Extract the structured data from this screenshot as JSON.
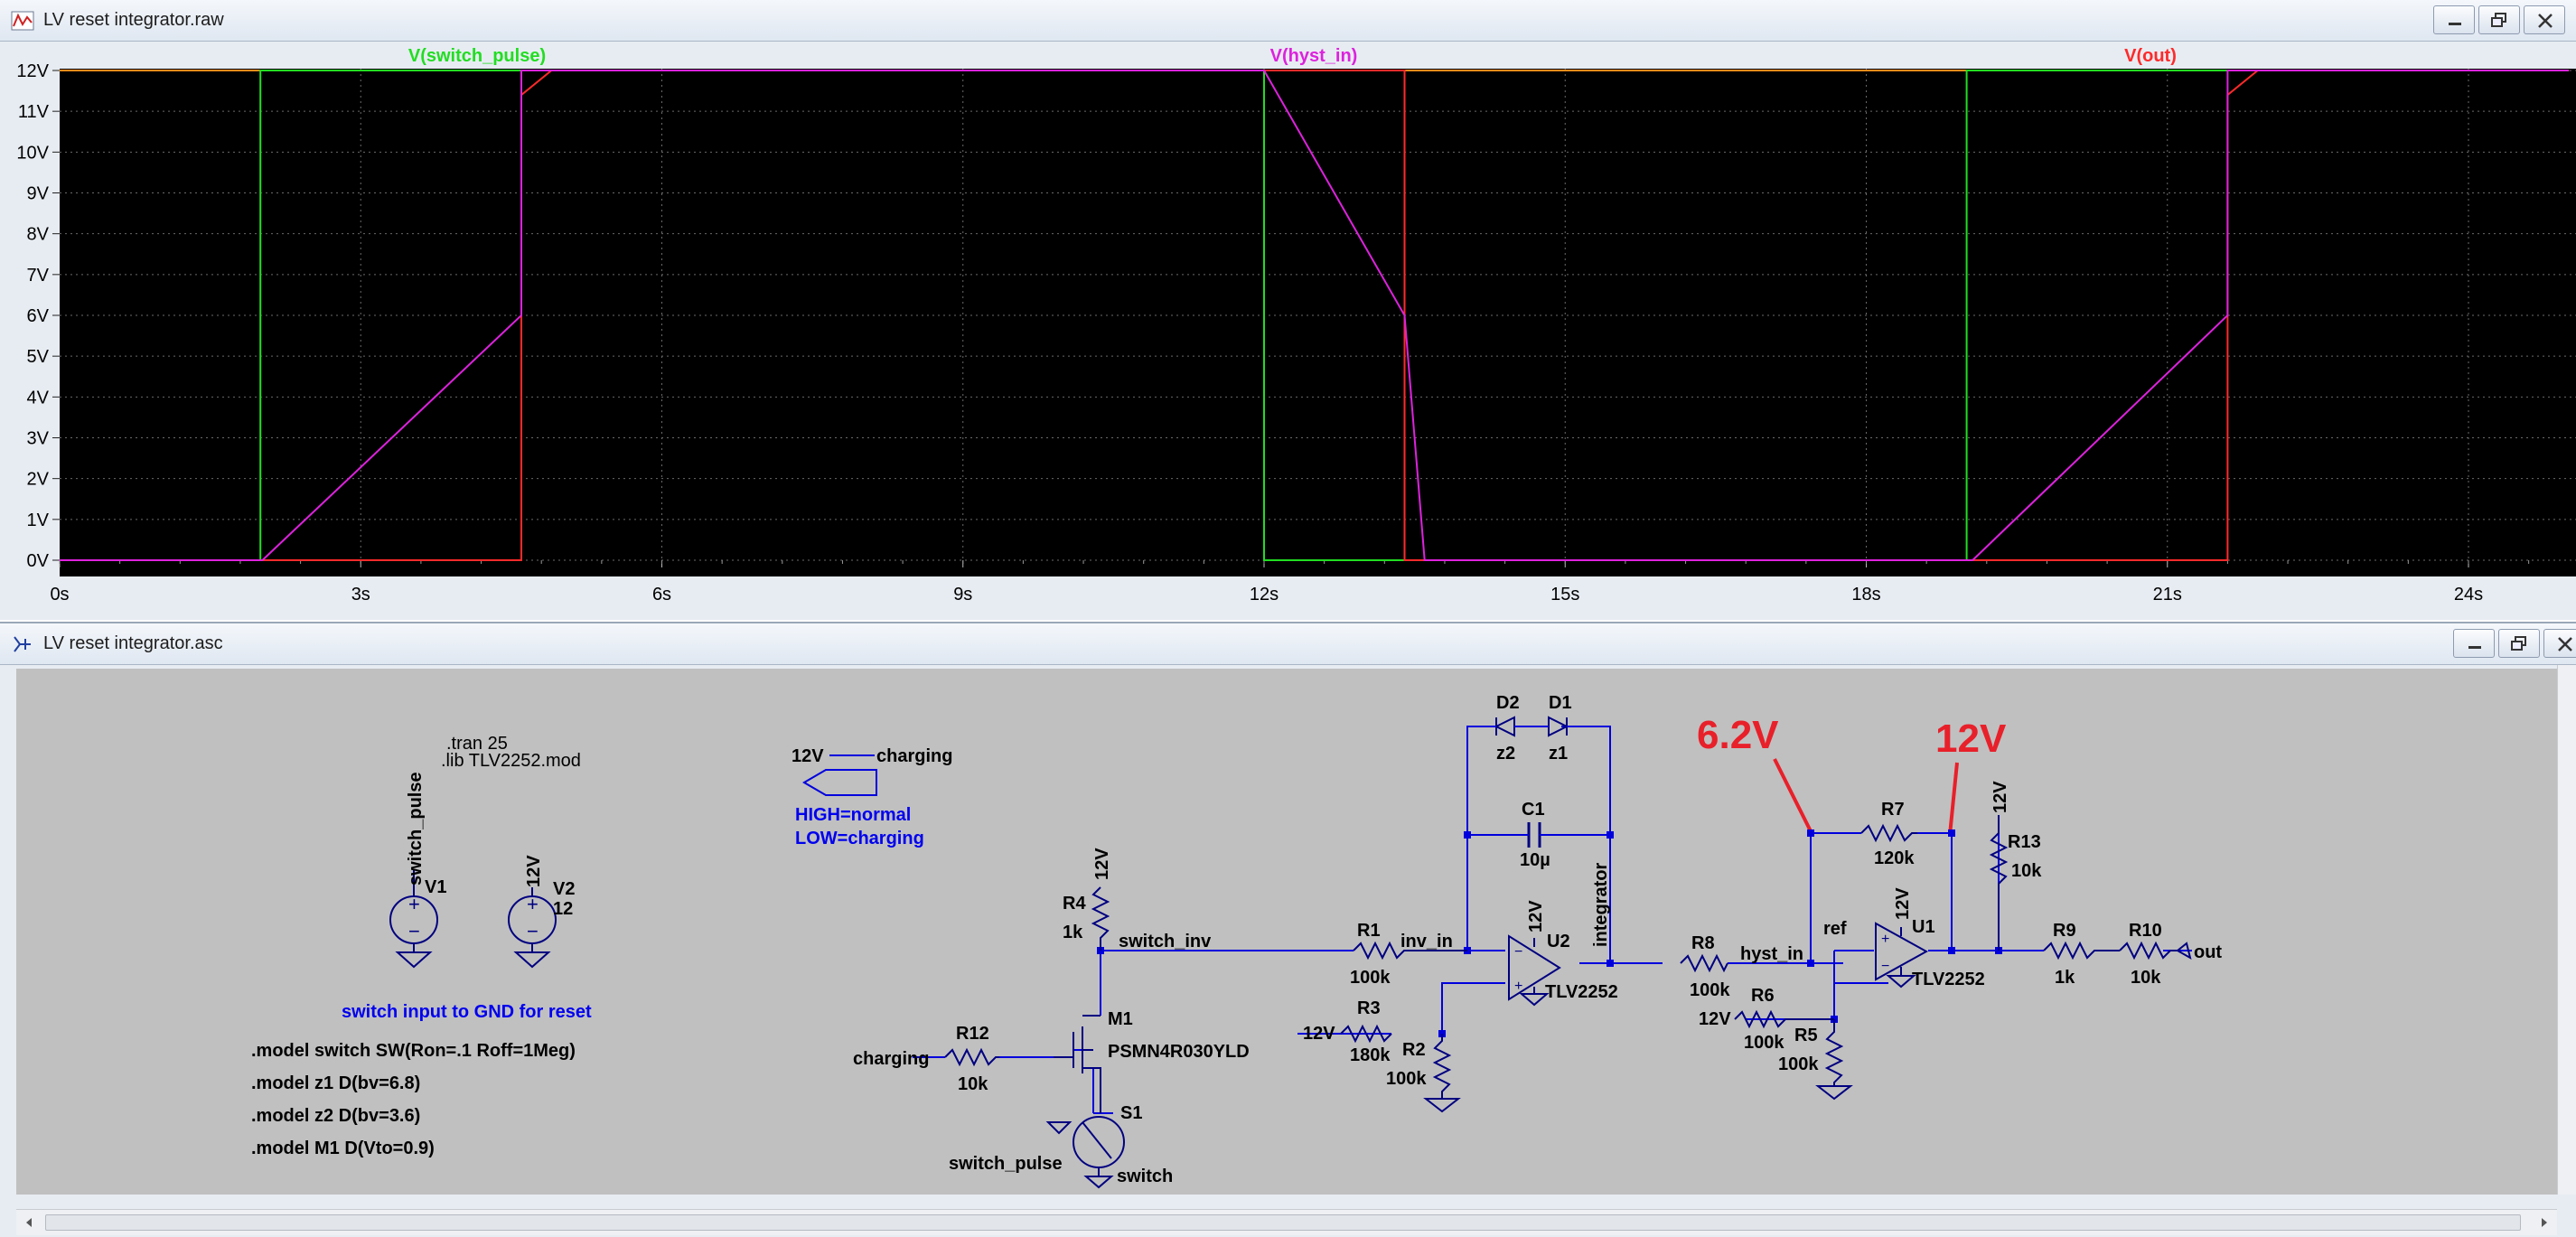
{
  "plot_window": {
    "title": "LV reset integrator.raw",
    "traces": [
      {
        "name": "V(switch_pulse)",
        "color": "#22dd22"
      },
      {
        "name": "V(hyst_in)",
        "color": "#dd22dd"
      },
      {
        "name": "V(out)",
        "color": "#ff2a2a"
      }
    ]
  },
  "chart_data": {
    "type": "line",
    "title": "",
    "xlabel": "",
    "ylabel": "",
    "xlim": [
      0,
      25
    ],
    "ylim": [
      0,
      12
    ],
    "x_ticks": [
      "0s",
      "3s",
      "6s",
      "9s",
      "12s",
      "15s",
      "18s",
      "21s",
      "24s"
    ],
    "x_tick_values": [
      0,
      3,
      6,
      9,
      12,
      15,
      18,
      21,
      24
    ],
    "y_ticks": [
      "0V",
      "1V",
      "2V",
      "3V",
      "4V",
      "5V",
      "6V",
      "7V",
      "8V",
      "9V",
      "10V",
      "11V",
      "12V"
    ],
    "y_tick_values": [
      0,
      1,
      2,
      3,
      4,
      5,
      6,
      7,
      8,
      9,
      10,
      11,
      12
    ],
    "grid": true,
    "legend": "top",
    "background": "#000000",
    "series": [
      {
        "name": "V(switch_pulse)",
        "color": "#22dd22",
        "x": [
          0,
          2,
          2,
          12,
          12,
          19,
          19,
          25
        ],
        "y": [
          0,
          0,
          12,
          12,
          0,
          0,
          12,
          12
        ]
      },
      {
        "name": "V(hyst_in)",
        "color": "#dd22dd",
        "x": [
          0,
          2.02,
          4.6,
          4.6,
          12,
          13.4,
          13.6,
          19.06,
          21.6,
          21.6,
          25
        ],
        "y": [
          0,
          0,
          6,
          12,
          12,
          6,
          0,
          0,
          6,
          12,
          12
        ]
      },
      {
        "name": "V(out)",
        "color": "#ff2a2a",
        "x": [
          0,
          4.6,
          4.6,
          4.9,
          12,
          13.4,
          13.4,
          19.06,
          21.6,
          21.6,
          21.9,
          25
        ],
        "y": [
          0,
          0,
          11.4,
          12,
          12,
          12,
          0,
          0,
          0,
          11.4,
          12,
          12
        ]
      },
      {
        "name": "",
        "color": "#ff8c1a",
        "x": [
          0,
          25
        ],
        "y": [
          12,
          12
        ]
      }
    ]
  },
  "schematic_window": {
    "title": "LV reset integrator.asc",
    "directives": {
      "tran": ".tran 25",
      "lib": ".lib TLV2252.mod",
      "model_switch": ".model switch SW(Ron=.1 Roff=1Meg)",
      "model_z1": ".model z1 D(bv=6.8)",
      "model_z2": ".model z2 D(bv=3.6)",
      "model_m1": ".model M1 D(Vto=0.9)"
    },
    "comments": {
      "reset_note": "switch input to GND for reset",
      "high_note": "HIGH=normal",
      "low_note": "LOW=charging"
    },
    "annotations": {
      "v62": "6.2V",
      "v12": "12V"
    },
    "sources": {
      "v1_net": "switch_pulse",
      "v1_name": "V1",
      "v2_net": "12V",
      "v2_name": "V2",
      "v2_value": "12"
    },
    "charging_label": {
      "net": "12V",
      "name": "charging"
    },
    "parts": {
      "r4": "R4",
      "r4_val": "1k",
      "r4_net": "12V",
      "r12": "R12",
      "r12_val": "10k",
      "m1": "M1",
      "m1_model": "PSMN4R030YLD",
      "s1": "S1",
      "r1": "R1",
      "r1_val": "100k",
      "r3": "R3",
      "r3_val": "180k",
      "r2": "R2",
      "r2_val": "100k",
      "d2": "D2",
      "d2_val": "z2",
      "d1": "D1",
      "d1_val": "z1",
      "c1": "C1",
      "c1_val": "10µ",
      "u2": "U2",
      "u2_model": "TLV2252",
      "u2_net": "12V",
      "r8": "R8",
      "r8_val": "100k",
      "r6": "R6",
      "r6_val": "100k",
      "r5": "R5",
      "r5_val": "100k",
      "r7": "R7",
      "r7_val": "120k",
      "r13": "R13",
      "r13_val": "10k",
      "r13_net": "12V",
      "u1": "U1",
      "u1_model": "TLV2252",
      "u1_net": "12V",
      "r9": "R9",
      "r9_val": "1k",
      "r10": "R10",
      "r10_val": "10k"
    },
    "nets": {
      "switch_inv": "switch_inv",
      "charging": "charging",
      "switch_pulse": "switch_pulse",
      "switch": "switch",
      "inv_in": "inv_in",
      "integrator": "integrator",
      "hyst_in": "hyst_in",
      "ref": "ref",
      "out": "out",
      "r3_net": "12V",
      "r6_net": "12V"
    },
    "colors": {
      "wire": "#0000dd",
      "component": "#000080",
      "text": "#000000",
      "note": "#0000ee",
      "annotation": "#e8202a",
      "background": "#c0c0c0"
    }
  }
}
